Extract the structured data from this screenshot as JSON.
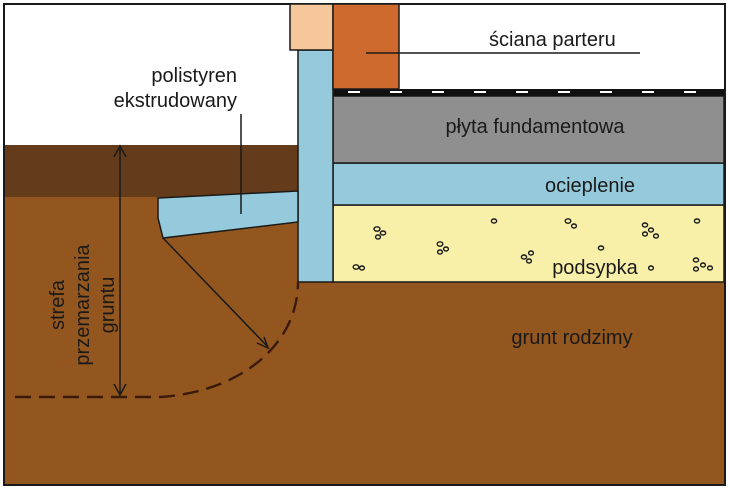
{
  "labels": {
    "wall": "ściana parteru",
    "xps_line1": "polistyren",
    "xps_line2": "ekstrudowany",
    "slab": "płyta fundamentowa",
    "insulation": "ocieplenie",
    "fill": "podsypka",
    "soil": "grunt rodzimy",
    "frost_line1": "strefa",
    "frost_line2": "przemarzania",
    "frost_line3": "gruntu"
  },
  "colors": {
    "native_soil": "#93561f",
    "topsoil": "#643c1c",
    "slab": "#8f8f8f",
    "insulation": "#95c9dc",
    "fill": "#f8f0a8",
    "wall_brick": "#cf6a2e",
    "wall_cap": "#f6c79b",
    "sky": "#ffffff",
    "outline": "#1a1a1a"
  }
}
